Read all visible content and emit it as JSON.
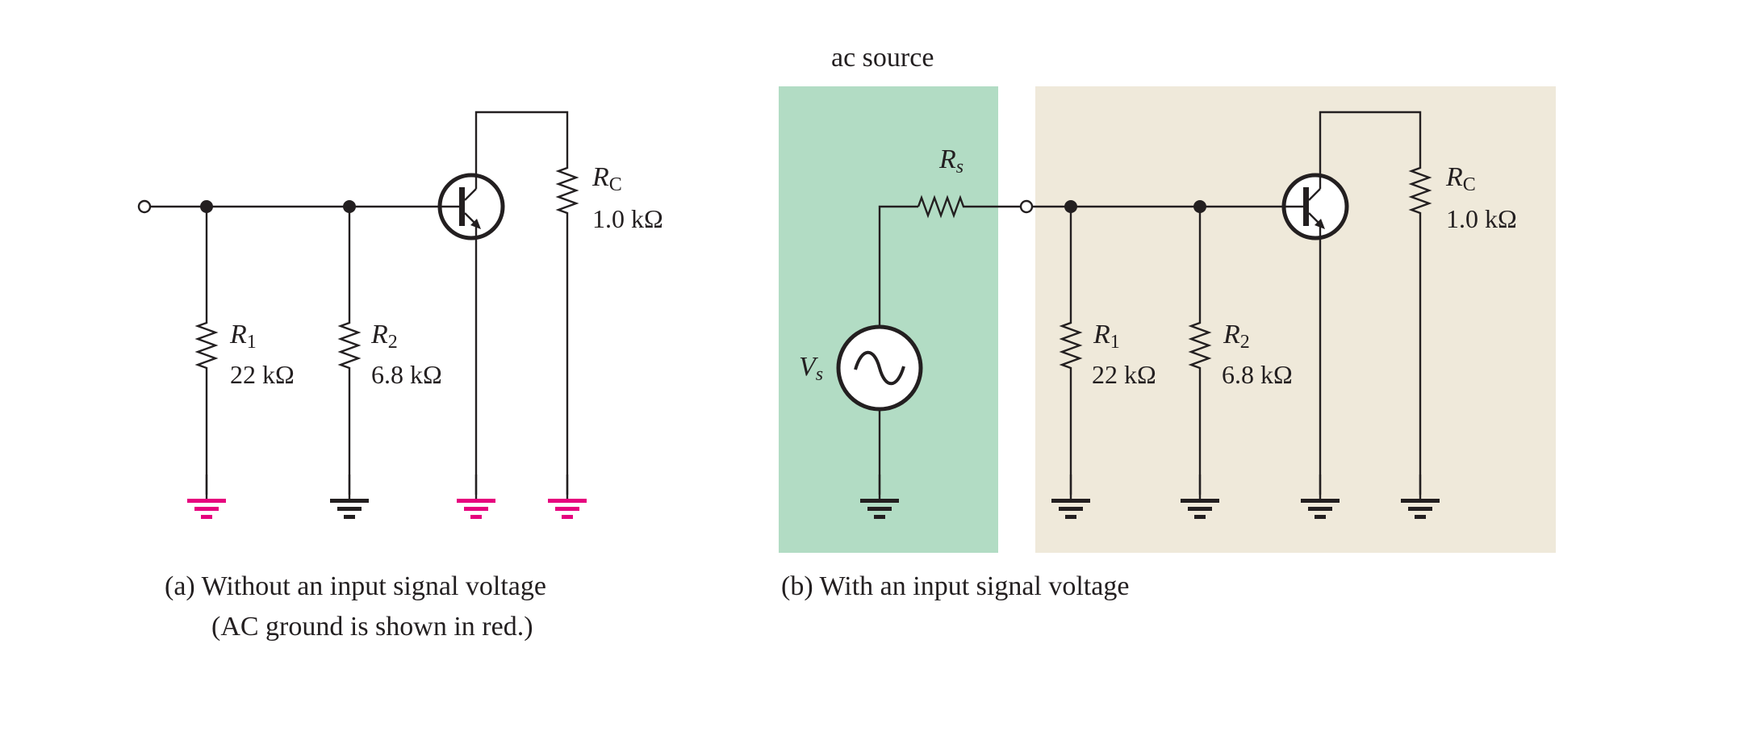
{
  "colors": {
    "wire": "#231f20",
    "ac_ground": "#e6007e",
    "dc_ground": "#231f20",
    "source_panel": "#b2dcc4",
    "amp_panel": "#efe9da"
  },
  "panel_a": {
    "caption_line1": "(a) Without an input signal voltage",
    "caption_line2": "(AC ground is shown in red.)",
    "r1": {
      "symbol": "R",
      "sub": "1",
      "value": "22 kΩ"
    },
    "r2": {
      "symbol": "R",
      "sub": "2",
      "value": "6.8 kΩ"
    },
    "rc": {
      "symbol": "R",
      "sub": "C",
      "value": "1.0 kΩ"
    }
  },
  "panel_b": {
    "caption": "(b) With an input signal voltage",
    "source_label": "ac source",
    "rs": {
      "symbol": "R",
      "sub": "s"
    },
    "vs": {
      "symbol": "V",
      "sub": "s"
    },
    "r1": {
      "symbol": "R",
      "sub": "1",
      "value": "22 kΩ"
    },
    "r2": {
      "symbol": "R",
      "sub": "2",
      "value": "6.8 kΩ"
    },
    "rc": {
      "symbol": "R",
      "sub": "C",
      "value": "1.0 kΩ"
    }
  }
}
